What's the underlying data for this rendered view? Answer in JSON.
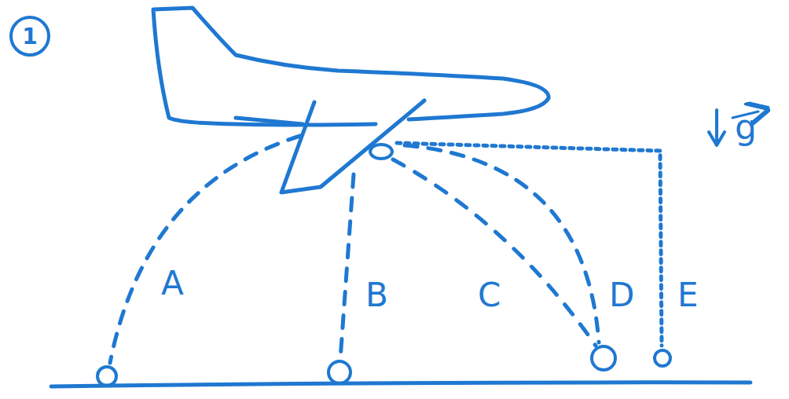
{
  "diagram": {
    "nodes": [
      {
        "text": [
          "1"
        ]
      }
    ],
    "labels": [
      "A",
      "B",
      "C",
      "D",
      "E",
      "g"
    ]
  }
}
